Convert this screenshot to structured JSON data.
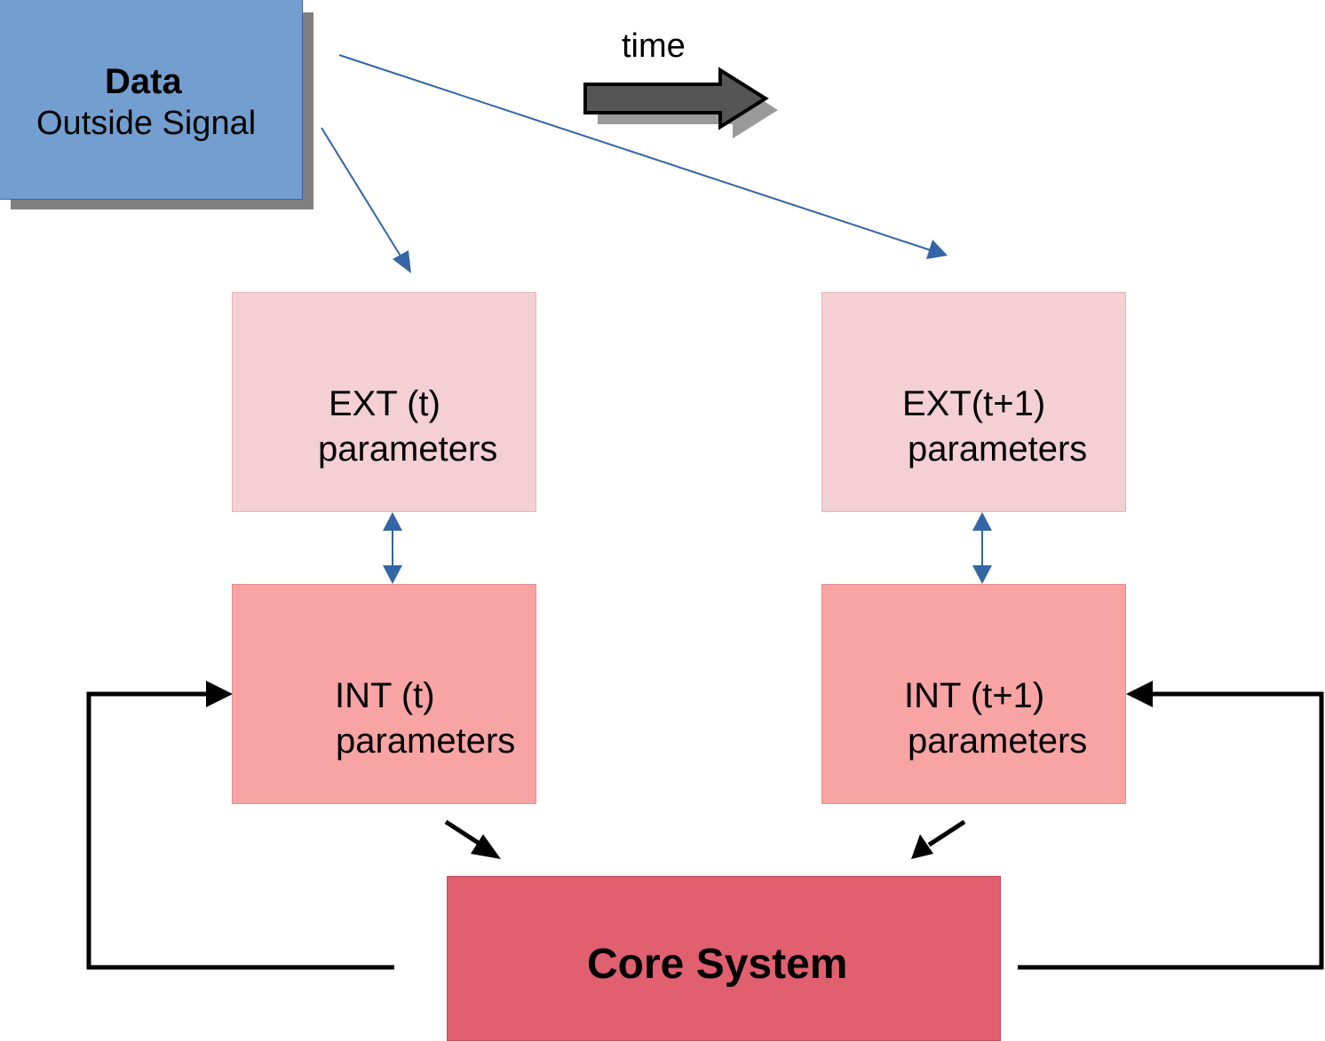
{
  "data_box": {
    "title": "Data",
    "subtitle": "Outside Signal"
  },
  "time": {
    "label": "time"
  },
  "ext_t": {
    "title": "EXT (t)",
    "subtitle": "parameters"
  },
  "ext_t1": {
    "title": "EXT(t+1)",
    "subtitle": "parameters"
  },
  "int_t": {
    "title": "INT (t)",
    "subtitle": "parameters"
  },
  "int_t1": {
    "title": "INT (t+1)",
    "subtitle": "parameters"
  },
  "core": {
    "title": "Core System"
  },
  "colors": {
    "data_fill": "#729fcf",
    "data_shadow": "#7f7f7f",
    "ext_fill": "#f4d0d5",
    "int_fill": "#f8a4a4",
    "core_fill": "#e06070",
    "signal_arrow": "#3465a4",
    "feedback_arrow": "#000000",
    "time_arrow": "#555555"
  }
}
